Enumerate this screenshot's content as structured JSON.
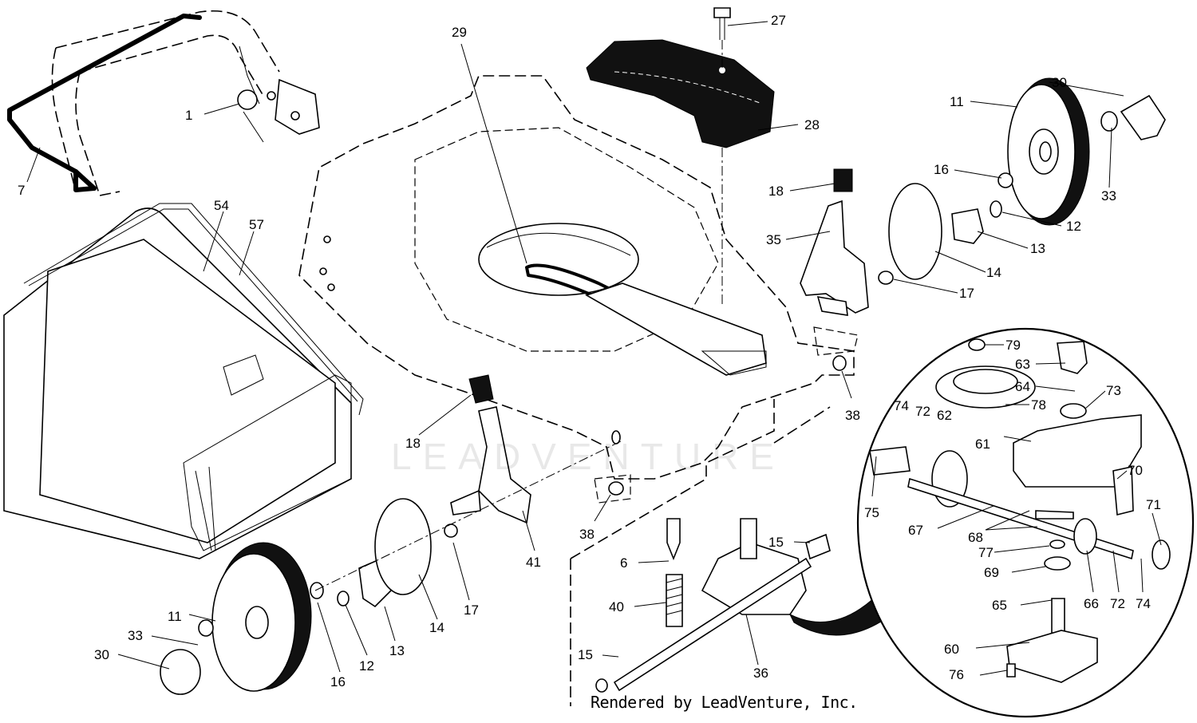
{
  "credit": "Rendered by LeadVenture, Inc.",
  "watermark": "LEADVENTURE",
  "callouts": [
    {
      "id": "c1",
      "text": "1"
    },
    {
      "id": "c7",
      "text": "7"
    },
    {
      "id": "c54",
      "text": "54"
    },
    {
      "id": "c57",
      "text": "57"
    },
    {
      "id": "c29",
      "text": "29"
    },
    {
      "id": "c27",
      "text": "27"
    },
    {
      "id": "c28",
      "text": "28"
    },
    {
      "id": "c30a",
      "text": "30"
    },
    {
      "id": "c11a",
      "text": "11"
    },
    {
      "id": "c16a",
      "text": "16"
    },
    {
      "id": "c12a",
      "text": "12"
    },
    {
      "id": "c33a",
      "text": "33"
    },
    {
      "id": "c18a",
      "text": "18"
    },
    {
      "id": "c35",
      "text": "35"
    },
    {
      "id": "c13a",
      "text": "13"
    },
    {
      "id": "c14a",
      "text": "14"
    },
    {
      "id": "c17a",
      "text": "17"
    },
    {
      "id": "c79",
      "text": "79"
    },
    {
      "id": "c63",
      "text": "63"
    },
    {
      "id": "c64",
      "text": "64"
    },
    {
      "id": "c73",
      "text": "73"
    },
    {
      "id": "c78",
      "text": "78"
    },
    {
      "id": "c74a",
      "text": "74"
    },
    {
      "id": "c72a",
      "text": "72"
    },
    {
      "id": "c62",
      "text": "62"
    },
    {
      "id": "c61",
      "text": "61"
    },
    {
      "id": "c70",
      "text": "70"
    },
    {
      "id": "c75",
      "text": "75"
    },
    {
      "id": "c71",
      "text": "71"
    },
    {
      "id": "c67",
      "text": "67"
    },
    {
      "id": "c68",
      "text": "68"
    },
    {
      "id": "c77",
      "text": "77"
    },
    {
      "id": "c69",
      "text": "69"
    },
    {
      "id": "c65",
      "text": "65"
    },
    {
      "id": "c66",
      "text": "66"
    },
    {
      "id": "c72b",
      "text": "72"
    },
    {
      "id": "c74b",
      "text": "74"
    },
    {
      "id": "c60",
      "text": "60"
    },
    {
      "id": "c76",
      "text": "76"
    },
    {
      "id": "c38a",
      "text": "38"
    },
    {
      "id": "c18b",
      "text": "18"
    },
    {
      "id": "c38b",
      "text": "38"
    },
    {
      "id": "c41",
      "text": "41"
    },
    {
      "id": "c15a",
      "text": "15"
    },
    {
      "id": "c6",
      "text": "6"
    },
    {
      "id": "c40",
      "text": "40"
    },
    {
      "id": "c15b",
      "text": "15"
    },
    {
      "id": "c36",
      "text": "36"
    },
    {
      "id": "c14b",
      "text": "14"
    },
    {
      "id": "c17b",
      "text": "17"
    },
    {
      "id": "c13b",
      "text": "13"
    },
    {
      "id": "c12b",
      "text": "12"
    },
    {
      "id": "c16b",
      "text": "16"
    },
    {
      "id": "c11b",
      "text": "11"
    },
    {
      "id": "c33b",
      "text": "33"
    },
    {
      "id": "c30b",
      "text": "30"
    }
  ]
}
